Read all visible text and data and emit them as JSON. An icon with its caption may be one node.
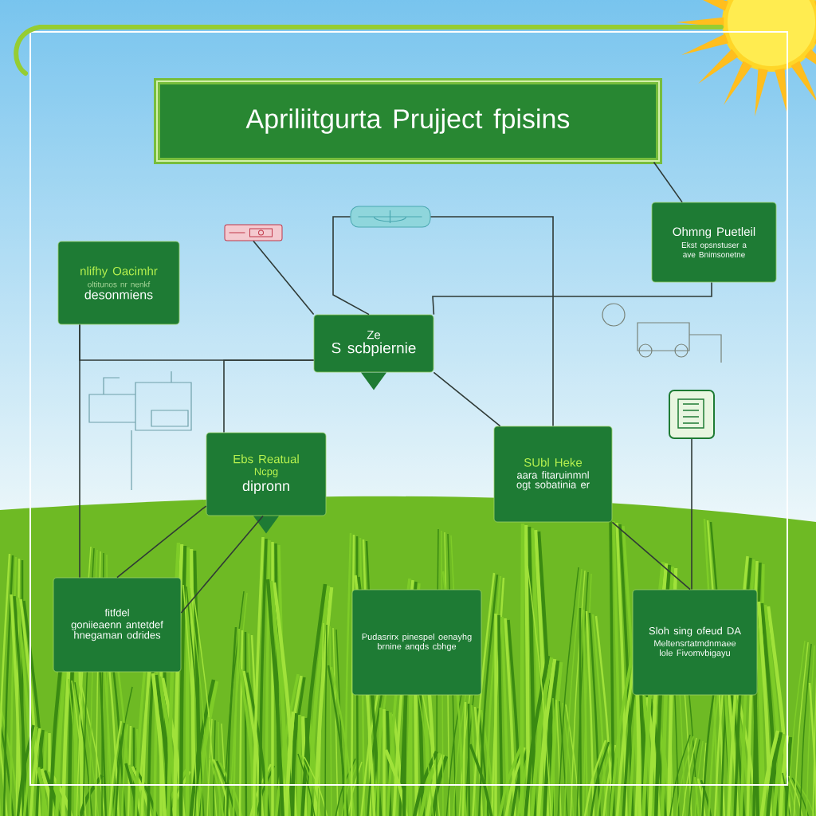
{
  "diagram": {
    "nodes": [
      {
        "text": [
          "Apriliitgurta Prujject fpisins"
        ]
      },
      {
        "text": [
          "nlifhy Oacimhr",
          "oltitunos nr nenkf",
          "desonmiens"
        ]
      },
      {
        "text": [
          "Ohmng Puetleil",
          "Ekst opsnstuser a ave Bnimsonetne"
        ]
      },
      {
        "text": [
          "Ze",
          "S scbpiernie"
        ]
      },
      {
        "text": [
          "Ebs Reatual",
          "Ncpg",
          "dipronn"
        ]
      },
      {
        "text": [
          "SUbl Heke",
          "aara fitaruinmnl ogt sobatinia er"
        ]
      },
      {
        "text": [
          "fitfdel",
          "goniieaenn antetdef hnegaman odrides"
        ]
      },
      {
        "text": [
          "Pudasrirx pinespel oenayhg brnine anqds cbhge"
        ]
      },
      {
        "text": [
          "Sloh sing ofeud DA",
          "Meltensrtatmdnmaee lole Fivomvbigayu"
        ]
      },
      {
        "text": [],
        "shape": "picture"
      },
      {
        "text": [],
        "shape": "picture"
      },
      {
        "text": [],
        "shape": "picture"
      }
    ],
    "edges": [
      {
        "from": 0,
        "to": 2,
        "arrow": "none"
      },
      {
        "from": 1,
        "to": 6,
        "arrow": "none"
      },
      {
        "from": 1,
        "to": 3,
        "arrow": "none"
      },
      {
        "from": 3,
        "to": 4,
        "arrow": "none"
      },
      {
        "from": 3,
        "to": 5,
        "arrow": "none"
      },
      {
        "from": 9,
        "to": 3,
        "arrow": "none"
      },
      {
        "from": 10,
        "to": 3,
        "arrow": "none"
      },
      {
        "from": 2,
        "to": 3,
        "arrow": "none"
      },
      {
        "from": 10,
        "to": 5,
        "arrow": "none"
      },
      {
        "from": 11,
        "to": 8,
        "arrow": "none"
      },
      {
        "from": 5,
        "to": 8,
        "arrow": "none"
      },
      {
        "from": 4,
        "to": 6,
        "arrow": "none"
      },
      {
        "from": 4,
        "to": 6,
        "arrow": "none"
      }
    ]
  }
}
